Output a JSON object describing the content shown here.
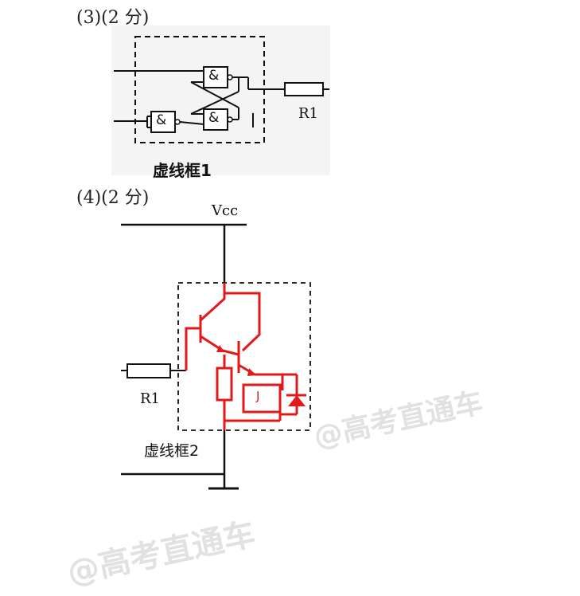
{
  "part3": {
    "label": "(3)(2 分)",
    "box_caption": "虚线框1",
    "resistor_label": "R1",
    "gate_symbol": "&"
  },
  "part4": {
    "label": "(4)(2 分)",
    "supply_label": "Vcc",
    "box_caption": "虚线框2",
    "resistor_label": "R1",
    "relay_label": "J"
  },
  "watermarks": [
    "@高考直通车",
    "@高考直通车"
  ],
  "colors": {
    "line": "#000000",
    "answer": "#e0191b",
    "watermark": "#c8c8c8"
  }
}
